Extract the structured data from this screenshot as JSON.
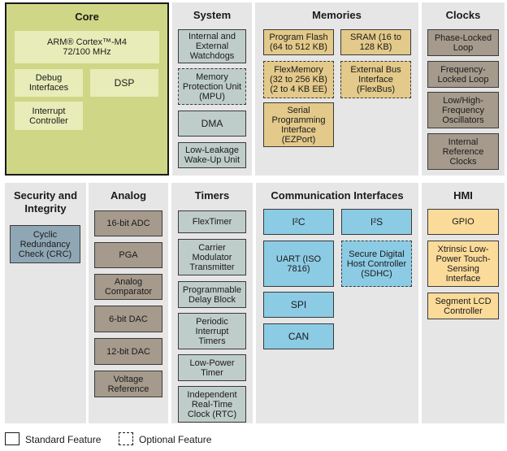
{
  "core": {
    "title": "Core",
    "cpu": "ARM® Cortex™-M4 72/100 MHz",
    "debug": "Debug Interfaces",
    "dsp": "DSP",
    "interrupt": "Interrupt Controller"
  },
  "system": {
    "title": "System",
    "watchdogs": "Internal and External Watchdogs",
    "mpu": "Memory Protection Unit (MPU)",
    "dma": "DMA",
    "wakeup": "Low-Leakage Wake-Up Unit"
  },
  "memories": {
    "title": "Memories",
    "flash": "Program Flash (64 to 512 KB)",
    "sram": "SRAM (16 to 128 KB)",
    "flexmemory": "FlexMemory (32 to 256 KB) (2 to 4 KB EE)",
    "flexbus": "External Bus Interface (FlexBus)",
    "ezport": "Serial Programming Interface (EZPort)"
  },
  "clocks": {
    "title": "Clocks",
    "pll": "Phase-Locked Loop",
    "fll": "Frequency-Locked Loop",
    "osc": "Low/High-Frequency Oscillators",
    "irc": "Internal Reference Clocks"
  },
  "security": {
    "title": "Security and Integrity",
    "crc": "Cyclic Redundancy Check (CRC)"
  },
  "analog": {
    "title": "Analog",
    "adc": "16-bit ADC",
    "pga": "PGA",
    "comparator": "Analog Comparator",
    "dac6": "6-bit DAC",
    "dac12": "12-bit DAC",
    "vref": "Voltage Reference"
  },
  "timers": {
    "title": "Timers",
    "flextimer": "FlexTimer",
    "cmt": "Carrier Modulator Transmitter",
    "pdb": "Programmable Delay Block",
    "pit": "Periodic Interrupt Timers",
    "lptimer": "Low-Power Timer",
    "rtc": "Independent Real-Time Clock (RTC)"
  },
  "comm": {
    "title": "Communication Interfaces",
    "i2c": "I²C",
    "i2s": "I²S",
    "uart": "UART (ISO 7816)",
    "sdhc": "Secure Digital Host Controller (SDHC)",
    "spi": "SPI",
    "can": "CAN"
  },
  "hmi": {
    "title": "HMI",
    "gpio": "GPIO",
    "tsi": "Xtrinsic Low-Power Touch-Sensing Interface",
    "lcd": "Segment LCD Controller"
  },
  "legend": {
    "standard": "Standard Feature",
    "optional": "Optional Feature"
  },
  "colors": {
    "core_bg": "#cfd685",
    "section_bg": "#e6e6e6",
    "system_box": "#bfcdca",
    "memory_box": "#e3c98a",
    "clock_box": "#a59a8c",
    "security_box": "#8fa7b5",
    "comm_box": "#8ccbe4",
    "hmi_box": "#fbdb9a"
  }
}
